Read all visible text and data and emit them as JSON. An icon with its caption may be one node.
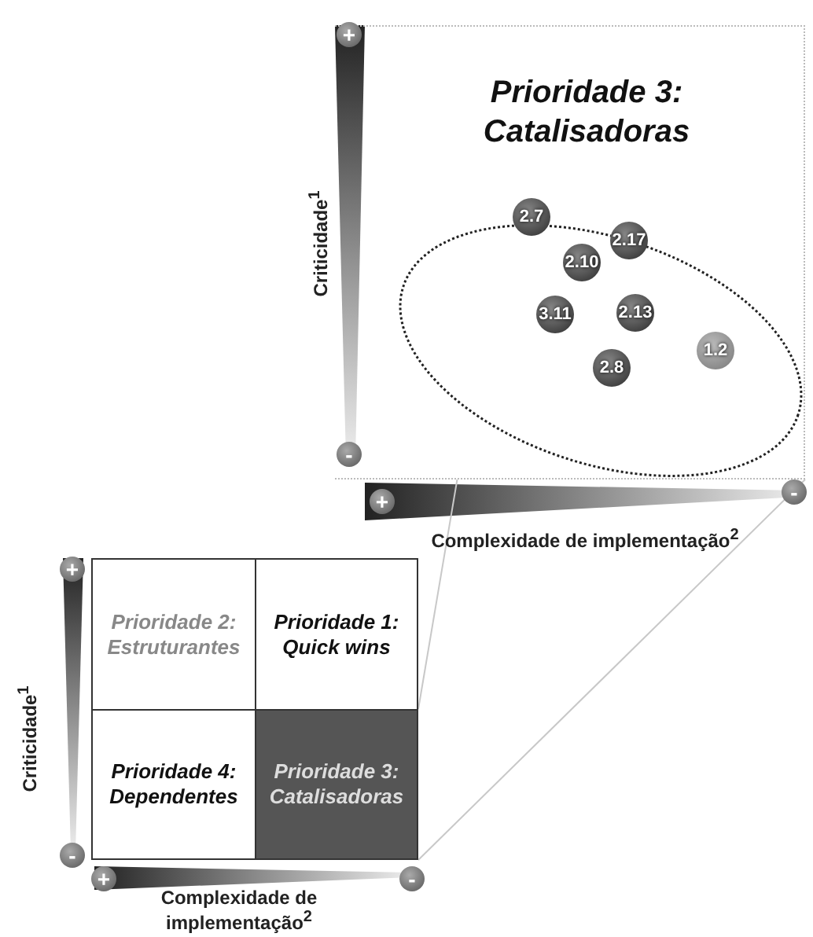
{
  "diagram": {
    "nodes": [
      {
        "text": [
          "Prioridade 3: Catalisadoras"
        ]
      },
      {
        "text": [
          "2.7"
        ],
        "in": 0
      },
      {
        "text": [
          "2.17"
        ],
        "in": 0
      },
      {
        "text": [
          "2.10"
        ],
        "in": 0
      },
      {
        "text": [
          "2.13"
        ],
        "in": 0
      },
      {
        "text": [
          "3.11"
        ],
        "in": 0
      },
      {
        "text": [
          "1.2"
        ],
        "in": 0
      },
      {
        "text": [
          "2.8"
        ],
        "in": 0
      },
      {
        "text": [
          "Prioridade 2: Estruturantes"
        ]
      },
      {
        "text": [
          "Prioridade 1: Quick wins"
        ]
      },
      {
        "text": [
          "Prioridade 4: Dependentes"
        ]
      },
      {
        "text": [
          "Prioridade 3: Catalisadoras"
        ]
      }
    ],
    "edges": [
      {
        "from": 11,
        "to": 0,
        "arrow": "none"
      },
      {
        "from": 11,
        "to": 0,
        "arrow": "none"
      }
    ],
    "labels": [
      "+",
      "Criticidade$^{1}$",
      "-",
      "+",
      "Complexidade de implementação$^{2}$",
      "-",
      "+",
      "Criticidade$^{1}$",
      "-",
      "+",
      "-",
      "Complexidade de implementação$^{2}$"
    ]
  }
}
